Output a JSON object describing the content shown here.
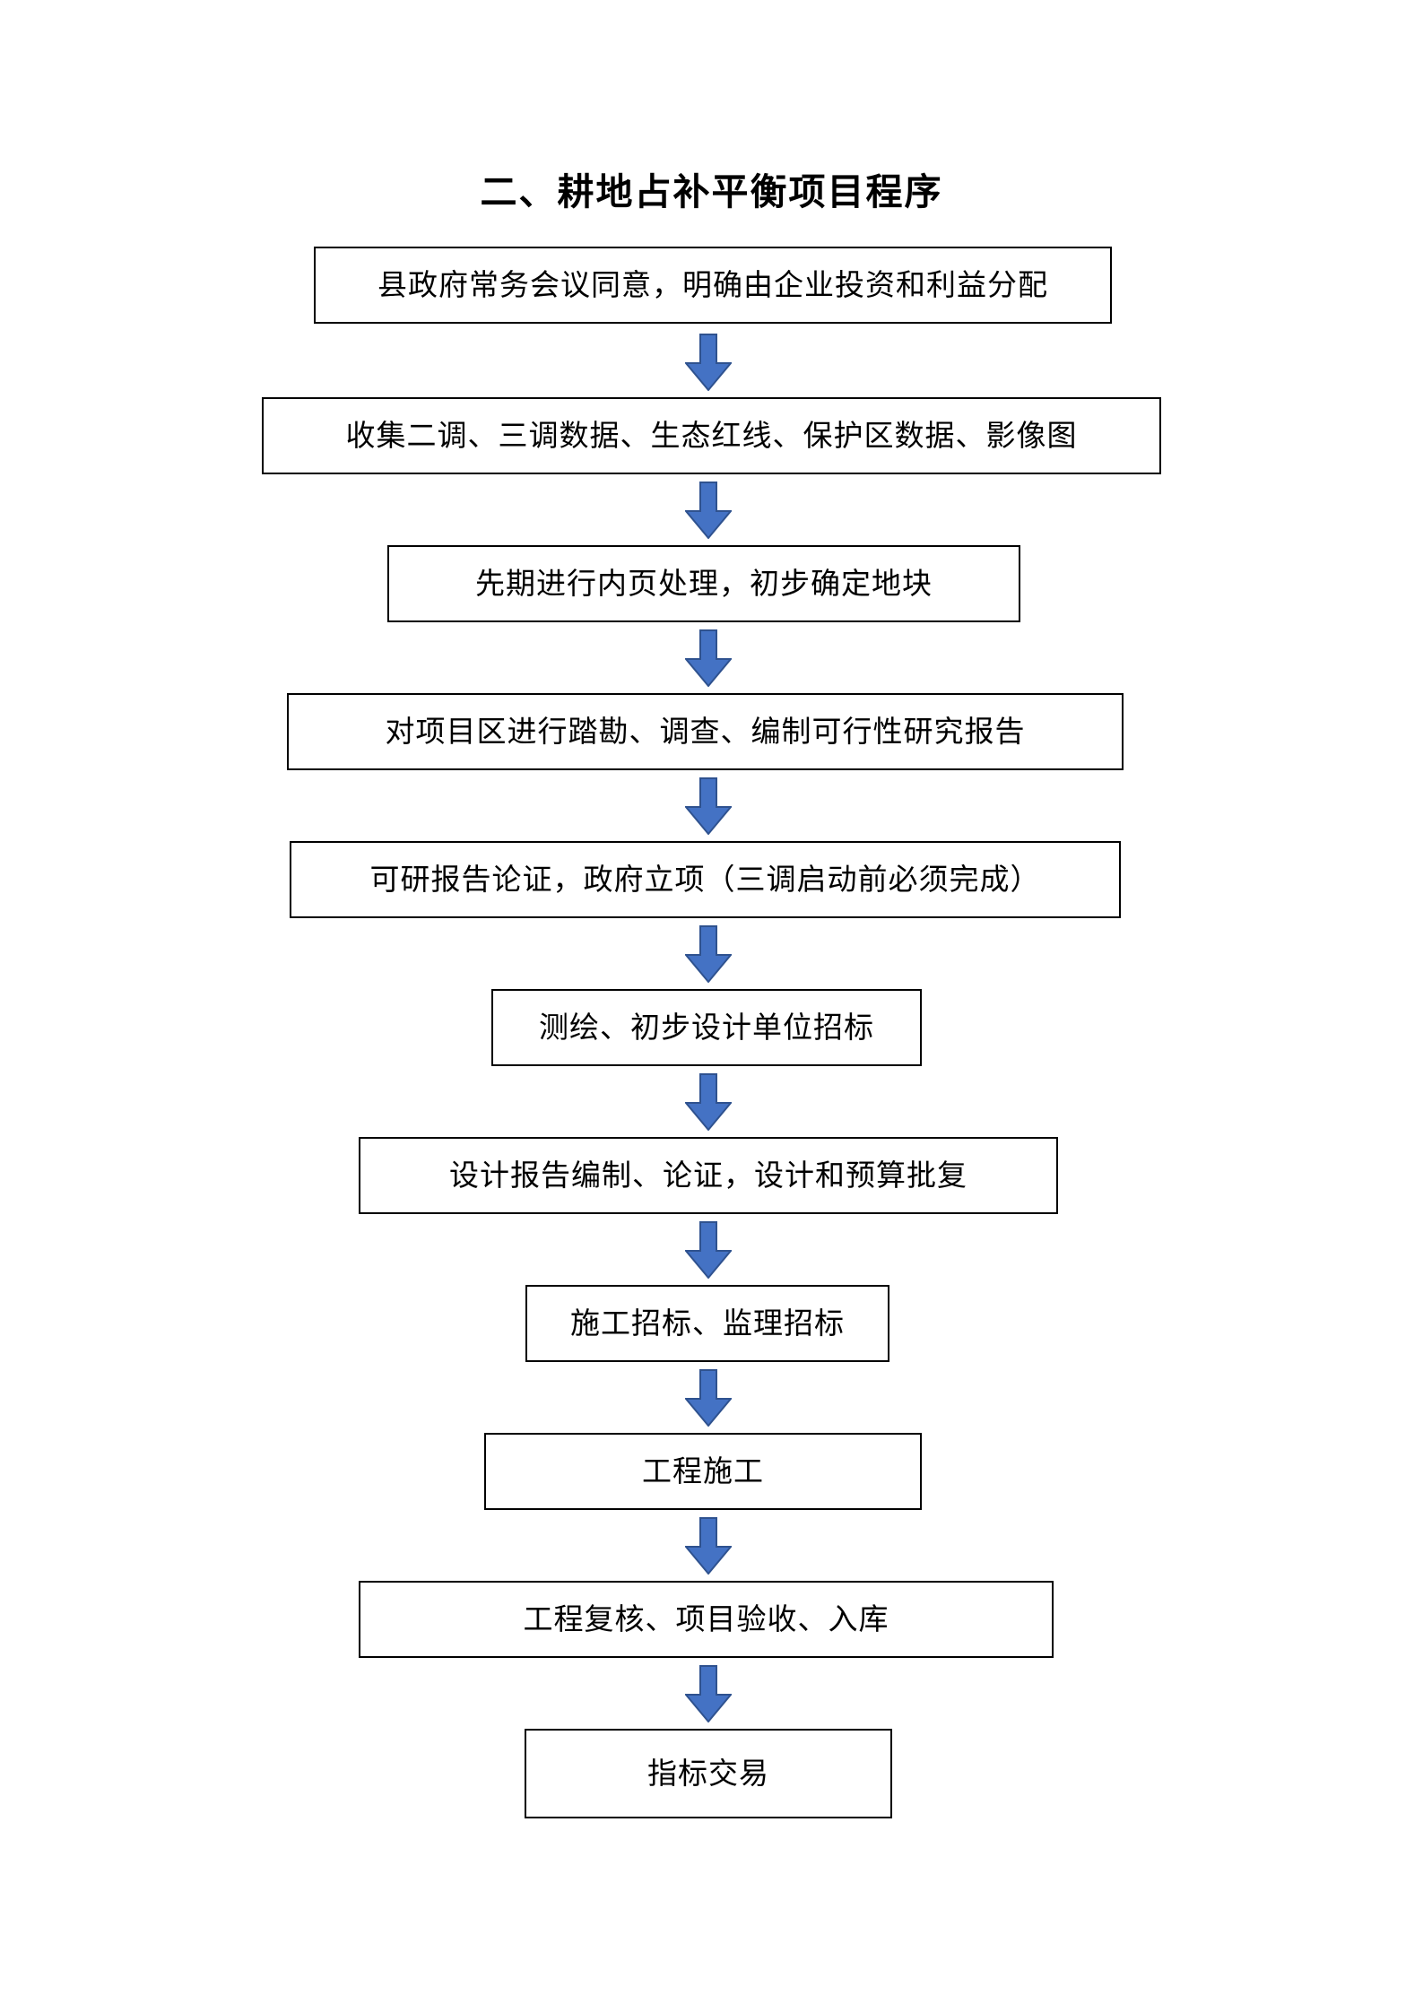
{
  "page": {
    "title": "二、耕地占补平衡项目程序",
    "background_color": "#ffffff",
    "text_color": "#000000"
  },
  "style": {
    "arrow_fill": "#4472C4",
    "arrow_stroke": "#2F528F",
    "node_border": "#000000",
    "node_fill": "#ffffff"
  },
  "flow": {
    "arrow_icon_name": "down-arrow-icon",
    "nodes": [
      {
        "id": "node-1",
        "label": "县政府常务会议同意，明确由企业投资和利益分配"
      },
      {
        "id": "node-2",
        "label": "收集二调、三调数据、生态红线、保护区数据、影像图"
      },
      {
        "id": "node-3",
        "label": "先期进行内页处理，初步确定地块"
      },
      {
        "id": "node-4",
        "label": "对项目区进行踏勘、调查、编制可行性研究报告"
      },
      {
        "id": "node-5",
        "label": "可研报告论证，政府立项（三调启动前必须完成）"
      },
      {
        "id": "node-6",
        "label": "测绘、初步设计单位招标"
      },
      {
        "id": "node-7",
        "label": "设计报告编制、论证，设计和预算批复"
      },
      {
        "id": "node-8",
        "label": "施工招标、监理招标"
      },
      {
        "id": "node-9",
        "label": "工程施工"
      },
      {
        "id": "node-10",
        "label": "工程复核、项目验收、入库"
      },
      {
        "id": "node-11",
        "label": "指标交易"
      }
    ]
  }
}
